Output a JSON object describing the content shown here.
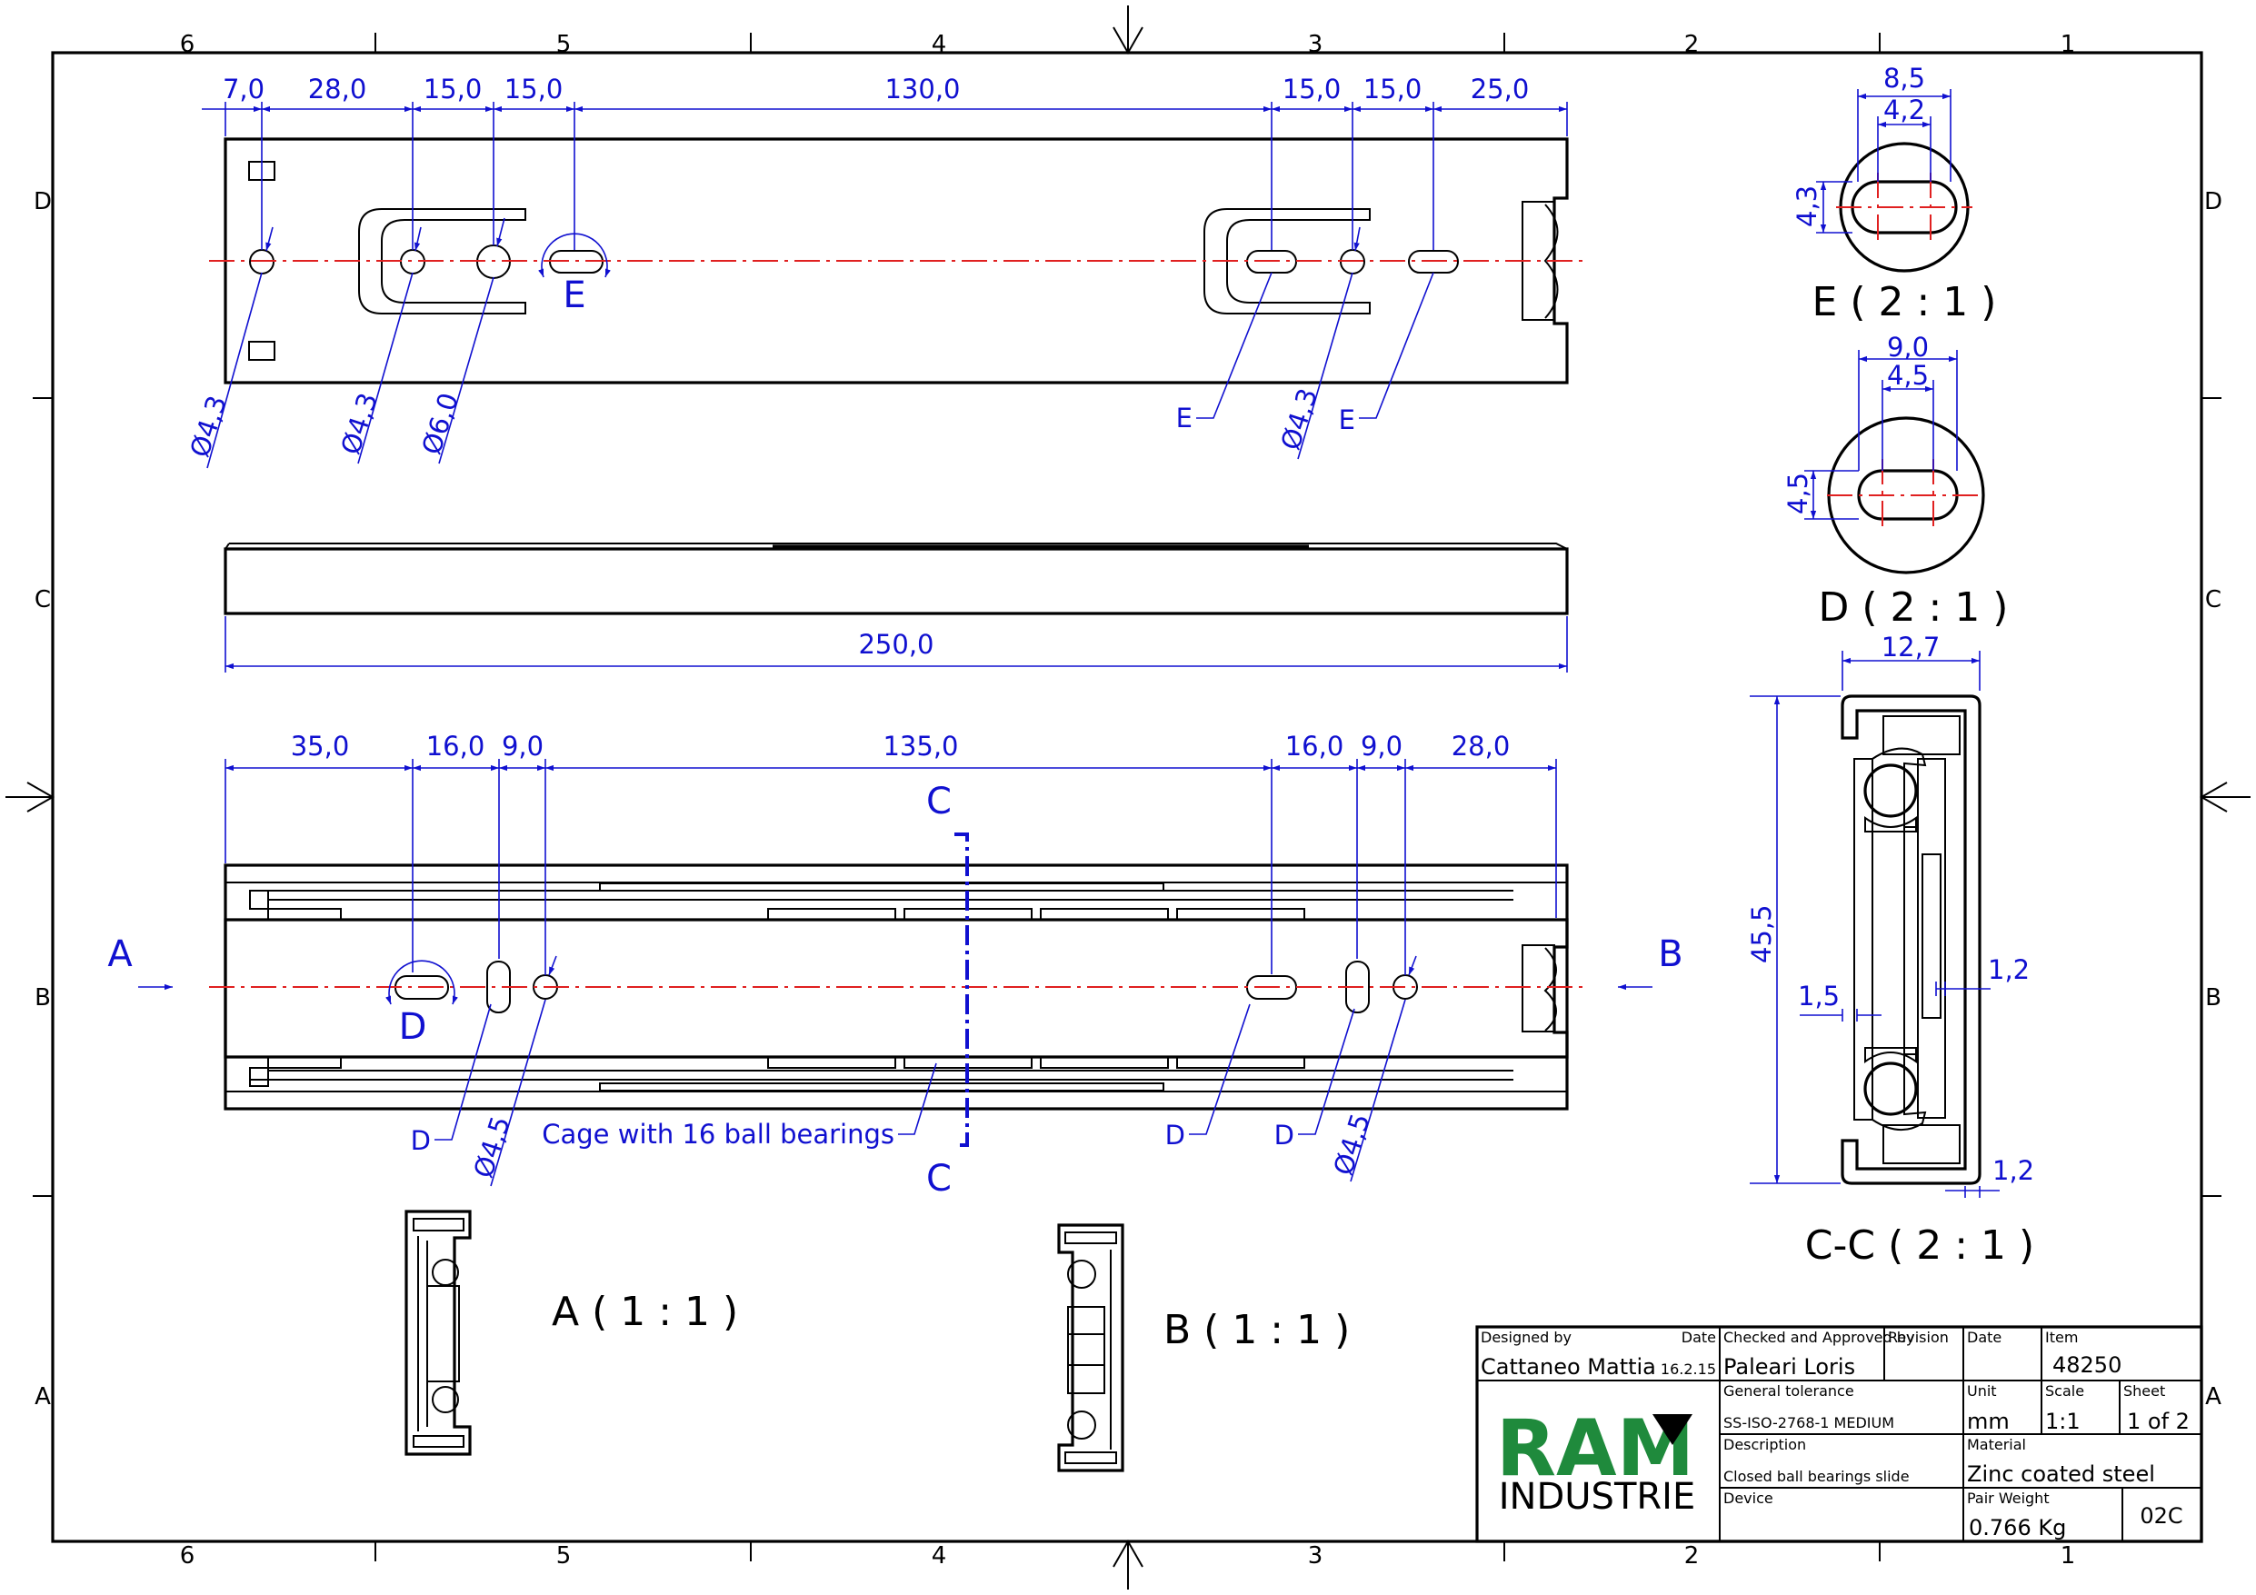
{
  "grid": {
    "columns": [
      "6",
      "5",
      "4",
      "3",
      "2",
      "1"
    ],
    "rows": [
      "D",
      "C",
      "B",
      "A"
    ]
  },
  "top_view": {
    "dims": [
      "7,0",
      "28,0",
      "15,0",
      "15,0",
      "130,0",
      "15,0",
      "15,0",
      "25,0"
    ],
    "diameters": [
      "Ø4,3",
      "Ø4,3",
      "Ø6,0",
      "Ø4,3"
    ],
    "refs": [
      "E",
      "E"
    ],
    "detail_marker": "E"
  },
  "side_view": {
    "length": "250,0"
  },
  "bottom_view": {
    "dims": [
      "35,0",
      "16,0",
      "9,0",
      "135,0",
      "16,0",
      "9,0",
      "28,0"
    ],
    "diameters": [
      "Ø4,5",
      "Ø4,5"
    ],
    "refs": [
      "D",
      "D",
      "D"
    ],
    "detail_marker": "D",
    "section_marks": [
      "C",
      "C"
    ],
    "arrow_a": "A",
    "arrow_b": "B",
    "cage_note": "Cage with 16 ball bearings"
  },
  "detail_e": {
    "label": "E ( 2 : 1 )",
    "outer": "8,5",
    "inner": "4,2",
    "height": "4,3"
  },
  "detail_d": {
    "label": "D ( 2 : 1 )",
    "outer": "9,0",
    "inner": "4,5",
    "height": "4,5"
  },
  "section_cc": {
    "label": "C-C ( 2 : 1 )",
    "width": "12,7",
    "height": "45,5",
    "dim_left": "1,5",
    "dim_right": "1,2",
    "dim_bottom": "1,2"
  },
  "view_a": {
    "label": "A ( 1 : 1 )"
  },
  "view_b": {
    "label": "B ( 1 : 1 )"
  },
  "title_block": {
    "designed_by_label": "Designed by",
    "designed_by": "Cattaneo Mattia",
    "date_label": "Date",
    "designed_date": "16.2.15",
    "checked_label": "Checked and Approved by",
    "checked_by": "Paleari Loris",
    "revision_label": "Revision",
    "date2_label": "Date",
    "item_label": "Item",
    "item": "48250",
    "tolerance_label": "General tolerance",
    "tolerance": "SS-ISO-2768-1 MEDIUM",
    "unit_label": "Unit",
    "unit": "mm",
    "scale_label": "Scale",
    "scale": "1:1",
    "sheet_label": "Sheet",
    "sheet": "1 of 2",
    "description_label": "Description",
    "description": "Closed ball bearings slide",
    "material_label": "Material",
    "material": "Zinc coated steel",
    "device_label": "Device",
    "weight_label": "Pair Weight",
    "weight": "0.766 Kg",
    "code": "02C",
    "logo_top": "RAM",
    "logo_bottom": "INDUSTRIE",
    "colors": {
      "logo_green": "#1f8a3c",
      "dimension_blue": "#1010d0",
      "centerline_red": "#e02020"
    }
  }
}
